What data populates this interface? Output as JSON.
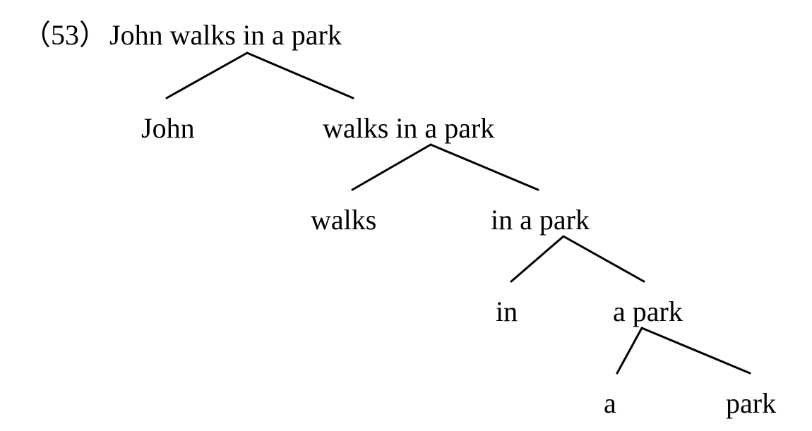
{
  "example_number": "（53）",
  "tree": {
    "root": "John walks in a park",
    "children": [
      {
        "label": "John"
      },
      {
        "label": "walks in a park",
        "children": [
          {
            "label": "walks"
          },
          {
            "label": "in a park",
            "children": [
              {
                "label": "in"
              },
              {
                "label": "a park",
                "children": [
                  {
                    "label": "a"
                  },
                  {
                    "label": "park"
                  }
                ]
              }
            ]
          }
        ]
      }
    ]
  }
}
